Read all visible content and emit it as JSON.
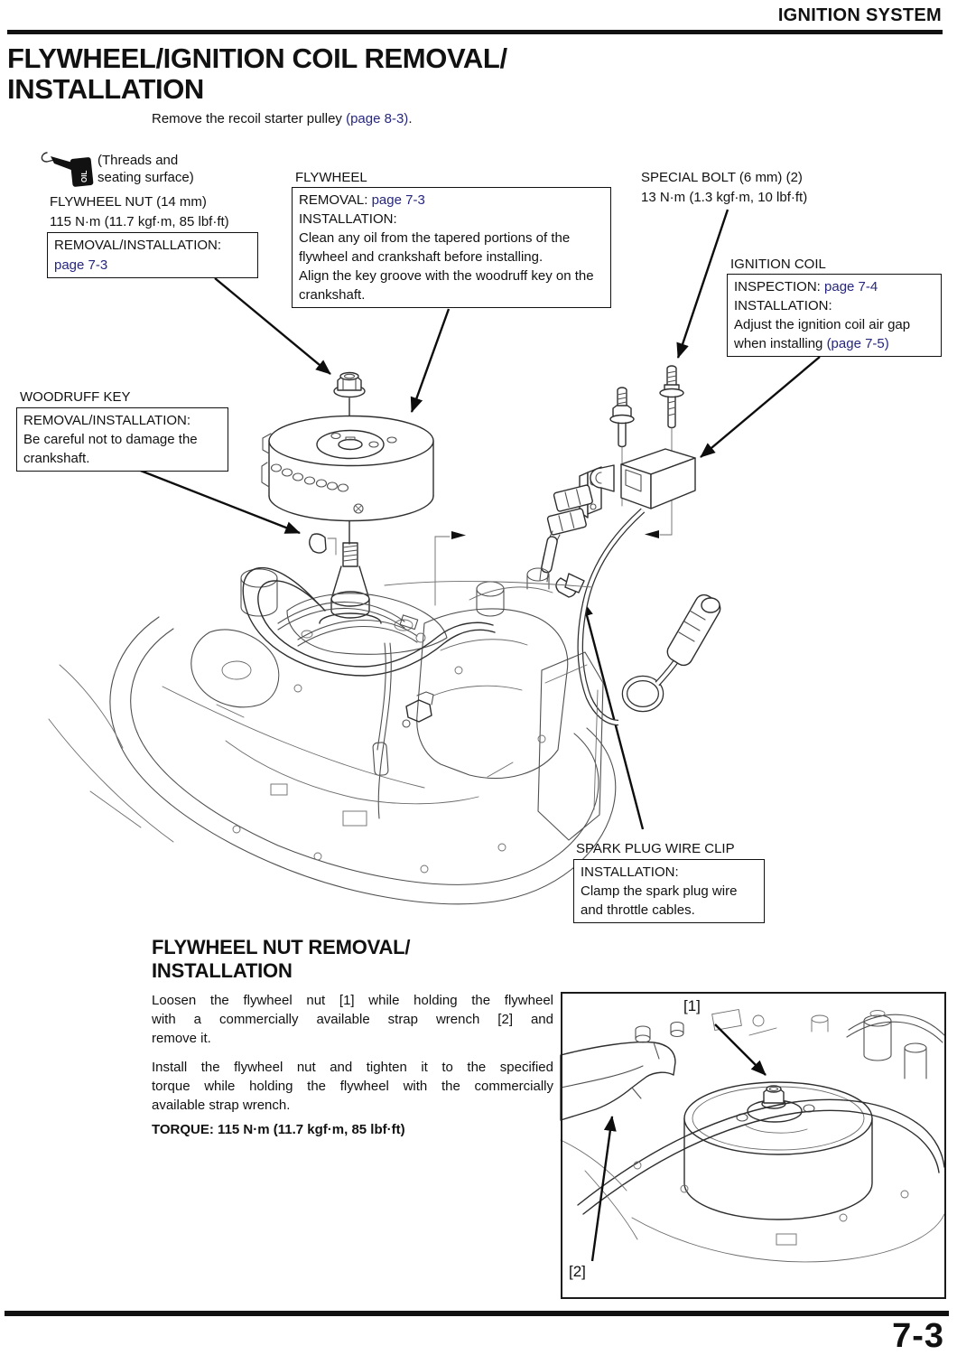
{
  "page": {
    "header": "IGNITION SYSTEM",
    "title_line1": "FLYWHEEL/IGNITION COIL REMOVAL/",
    "title_line2": "INSTALLATION",
    "intro_pre": "Remove the recoil starter pulley ",
    "intro_link": "(page 8-3)",
    "intro_post": ".",
    "footer_page": "7-3"
  },
  "colors": {
    "link": "#26267e",
    "ink": "#111111"
  },
  "callouts": {
    "oil_icon_label": "OIL",
    "oil_note_line1": "(Threads and",
    "oil_note_line2": "seating surface)",
    "flywheel_nut": {
      "title": "FLYWHEEL NUT (14 mm)",
      "torque": "115 N·m (11.7 kgf·m, 85 lbf·ft)",
      "box_label": "REMOVAL/INSTALLATION:",
      "box_link": "page 7-3"
    },
    "flywheel": {
      "title": "FLYWHEEL",
      "removal_label": "REMOVAL: ",
      "removal_link": "page 7-3",
      "installation_label": "INSTALLATION:",
      "note1": "Clean any oil from the tapered portions of the flywheel and crankshaft before installing.",
      "note2": "Align the key groove with the woodruff key on the crankshaft."
    },
    "special_bolt": {
      "title": "SPECIAL BOLT (6 mm) (2)",
      "torque": "13 N·m (1.3 kgf·m, 10 lbf·ft)"
    },
    "ignition_coil": {
      "title": "IGNITION COIL",
      "inspection_label": "INSPECTION: ",
      "inspection_link": "page 7-4",
      "installation_label": "INSTALLATION:",
      "note_pre": "Adjust the ignition coil air gap when installing ",
      "note_link": "(page 7-5)"
    },
    "woodruff_key": {
      "title": "WOODRUFF KEY",
      "box_label": "REMOVAL/INSTALLATION:",
      "note": "Be careful not to damage the crankshaft."
    },
    "spark_plug_wire_clip": {
      "title": "SPARK PLUG WIRE CLIP",
      "box_label": "INSTALLATION:",
      "note": "Clamp the spark plug wire and throttle cables."
    }
  },
  "section": {
    "heading_line1": "FLYWHEEL NUT REMOVAL/",
    "heading_line2": "INSTALLATION",
    "para1_lines": [
      "Loosen the flywheel nut [1] while holding the flywheel",
      "with a commercially available strap wrench [2] and",
      "remove it."
    ],
    "para2_lines": [
      "Install the flywheel nut and tighten it to the specified",
      "torque while holding the flywheel with the commercially",
      "available strap wrench."
    ],
    "torque": "TORQUE: 115 N·m (11.7 kgf·m, 85 lbf·ft)",
    "fig_label_1": "[1]",
    "fig_label_2": "[2]"
  }
}
